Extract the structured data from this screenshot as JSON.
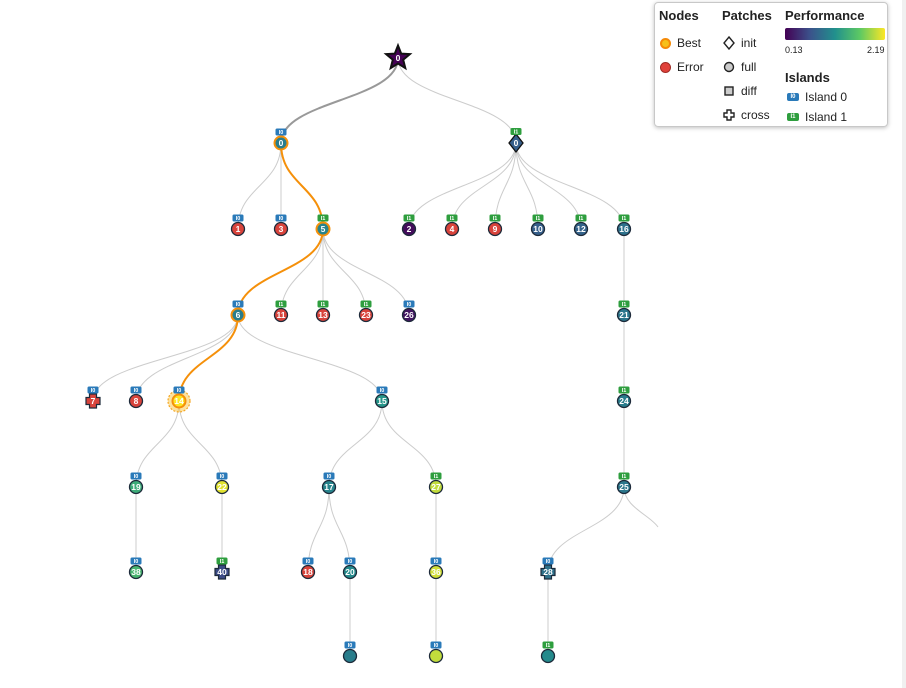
{
  "legend": {
    "nodes_title": "Nodes",
    "nodes": [
      {
        "label": "Best",
        "kind": "best"
      },
      {
        "label": "Error",
        "kind": "error"
      }
    ],
    "patches_title": "Patches",
    "patches": [
      {
        "label": "init",
        "icon": "diamond-icon"
      },
      {
        "label": "full",
        "icon": "circle-icon"
      },
      {
        "label": "diff",
        "icon": "square-icon"
      },
      {
        "label": "cross",
        "icon": "cross-icon"
      }
    ],
    "performance_title": "Performance",
    "perf_min": "0.13",
    "perf_max": "2.19",
    "islands_title": "Islands",
    "islands": [
      {
        "badge": "I0",
        "label": "Island 0",
        "color": "#2a7ab9"
      },
      {
        "badge": "I1",
        "label": "Island 1",
        "color": "#2e9e3e"
      }
    ]
  },
  "colors": {
    "best_path": "#f5900a",
    "root_path": "#999999",
    "edge": "#cccccc",
    "error": "#d8433b",
    "island0": "#2a7ab9",
    "island1": "#2e9e3e"
  },
  "tree": {
    "nodes": [
      {
        "id": "root",
        "label": "0",
        "shape": "star",
        "perf": 0.13
      },
      {
        "id": "a0",
        "label": "0",
        "island": "I0",
        "shape": "circle",
        "perf": 1.0,
        "best": true
      },
      {
        "id": "b0",
        "label": "0",
        "island": "I1",
        "shape": "diamond",
        "perf": 0.75
      },
      {
        "id": "n1",
        "label": "1",
        "island": "I0",
        "shape": "circle",
        "error": true
      },
      {
        "id": "n3",
        "label": "3",
        "island": "I0",
        "shape": "circle",
        "error": true
      },
      {
        "id": "n5",
        "label": "5",
        "island": "I1",
        "shape": "circle",
        "perf": 1.05,
        "best": true
      },
      {
        "id": "n2",
        "label": "2",
        "island": "I1",
        "shape": "circle",
        "perf": 0.2
      },
      {
        "id": "n4",
        "label": "4",
        "island": "I1",
        "shape": "circle",
        "error": true
      },
      {
        "id": "n9",
        "label": "9",
        "island": "I1",
        "shape": "circle",
        "error": true
      },
      {
        "id": "n10",
        "label": "10",
        "island": "I1",
        "shape": "circle",
        "perf": 0.75
      },
      {
        "id": "n12",
        "label": "12",
        "island": "I1",
        "shape": "circle",
        "perf": 0.78
      },
      {
        "id": "n16",
        "label": "16",
        "island": "I1",
        "shape": "circle",
        "perf": 0.9
      },
      {
        "id": "n6",
        "label": "6",
        "island": "I0",
        "shape": "circle",
        "perf": 1.0,
        "best": true
      },
      {
        "id": "n11",
        "label": "11",
        "island": "I1",
        "shape": "circle",
        "error": true
      },
      {
        "id": "n13",
        "label": "13",
        "island": "I1",
        "shape": "circle",
        "error": true
      },
      {
        "id": "n23",
        "label": "23",
        "island": "I1",
        "shape": "circle",
        "error": true
      },
      {
        "id": "n26",
        "label": "26",
        "island": "I0",
        "shape": "circle",
        "perf": 0.25
      },
      {
        "id": "n21",
        "label": "21",
        "island": "I1",
        "shape": "circle",
        "perf": 0.95
      },
      {
        "id": "n7",
        "label": "7",
        "island": "I0",
        "shape": "cross",
        "error": true
      },
      {
        "id": "n8",
        "label": "8",
        "island": "I0",
        "shape": "circle",
        "error": true
      },
      {
        "id": "n14",
        "label": "14",
        "island": "I0",
        "shape": "circle",
        "perf": 2.19,
        "best": true,
        "glow": true
      },
      {
        "id": "n15",
        "label": "15",
        "island": "I0",
        "shape": "circle",
        "perf": 1.2
      },
      {
        "id": "n24",
        "label": "24",
        "island": "I1",
        "shape": "circle",
        "perf": 1.0
      },
      {
        "id": "n19",
        "label": "19",
        "island": "I0",
        "shape": "circle",
        "perf": 1.4
      },
      {
        "id": "n22",
        "label": "22",
        "island": "I0",
        "shape": "circle",
        "perf": 2.1
      },
      {
        "id": "n17",
        "label": "17",
        "island": "I0",
        "shape": "circle",
        "perf": 1.05
      },
      {
        "id": "n27",
        "label": "27",
        "island": "I1",
        "shape": "circle",
        "perf": 2.0
      },
      {
        "id": "n25",
        "label": "25",
        "island": "I1",
        "shape": "circle",
        "perf": 0.95
      },
      {
        "id": "n38",
        "label": "38",
        "island": "I0",
        "shape": "circle",
        "perf": 1.5
      },
      {
        "id": "n40",
        "label": "40",
        "island": "I1",
        "shape": "cross",
        "perf": 0.6
      },
      {
        "id": "n18",
        "label": "18",
        "island": "I0",
        "shape": "circle",
        "error": true
      },
      {
        "id": "n20",
        "label": "20",
        "island": "I0",
        "shape": "circle",
        "perf": 1.1
      },
      {
        "id": "n36",
        "label": "36",
        "island": "I0",
        "shape": "circle",
        "perf": 2.05
      },
      {
        "id": "n28",
        "label": "28",
        "island": "I0",
        "shape": "cross",
        "perf": 0.9
      },
      {
        "id": "c1",
        "label": "",
        "island": "I0",
        "shape": "circle",
        "perf": 1.0
      },
      {
        "id": "c2",
        "label": "",
        "island": "I0",
        "shape": "circle",
        "perf": 2.0
      },
      {
        "id": "c3",
        "label": "",
        "island": "I1",
        "shape": "circle",
        "perf": 1.1
      }
    ],
    "edges": [
      [
        "root",
        "a0",
        "root"
      ],
      [
        "root",
        "b0",
        "normal"
      ],
      [
        "a0",
        "n1",
        "normal"
      ],
      [
        "a0",
        "n3",
        "normal"
      ],
      [
        "a0",
        "n5",
        "best"
      ],
      [
        "b0",
        "n2",
        "normal"
      ],
      [
        "b0",
        "n4",
        "normal"
      ],
      [
        "b0",
        "n9",
        "normal"
      ],
      [
        "b0",
        "n10",
        "normal"
      ],
      [
        "b0",
        "n12",
        "normal"
      ],
      [
        "b0",
        "n16",
        "normal"
      ],
      [
        "n5",
        "n6",
        "best"
      ],
      [
        "n5",
        "n11",
        "normal"
      ],
      [
        "n5",
        "n13",
        "normal"
      ],
      [
        "n5",
        "n23",
        "normal"
      ],
      [
        "n5",
        "n26",
        "normal"
      ],
      [
        "n16",
        "n21",
        "normal"
      ],
      [
        "n6",
        "n7",
        "normal"
      ],
      [
        "n6",
        "n8",
        "normal"
      ],
      [
        "n6",
        "n14",
        "best"
      ],
      [
        "n6",
        "n15",
        "normal"
      ],
      [
        "n21",
        "n24",
        "normal"
      ],
      [
        "n14",
        "n19",
        "normal"
      ],
      [
        "n14",
        "n22",
        "normal"
      ],
      [
        "n15",
        "n17",
        "normal"
      ],
      [
        "n15",
        "n27",
        "normal"
      ],
      [
        "n24",
        "n25",
        "normal"
      ],
      [
        "n19",
        "n38",
        "normal"
      ],
      [
        "n22",
        "n40",
        "normal"
      ],
      [
        "n17",
        "n18",
        "normal"
      ],
      [
        "n17",
        "n20",
        "normal"
      ],
      [
        "n27",
        "n36",
        "normal"
      ],
      [
        "n25",
        "n28",
        "normal"
      ],
      [
        "n20",
        "c1",
        "normal"
      ],
      [
        "n36",
        "c2",
        "normal"
      ],
      [
        "n28",
        "c3",
        "normal"
      ]
    ]
  }
}
